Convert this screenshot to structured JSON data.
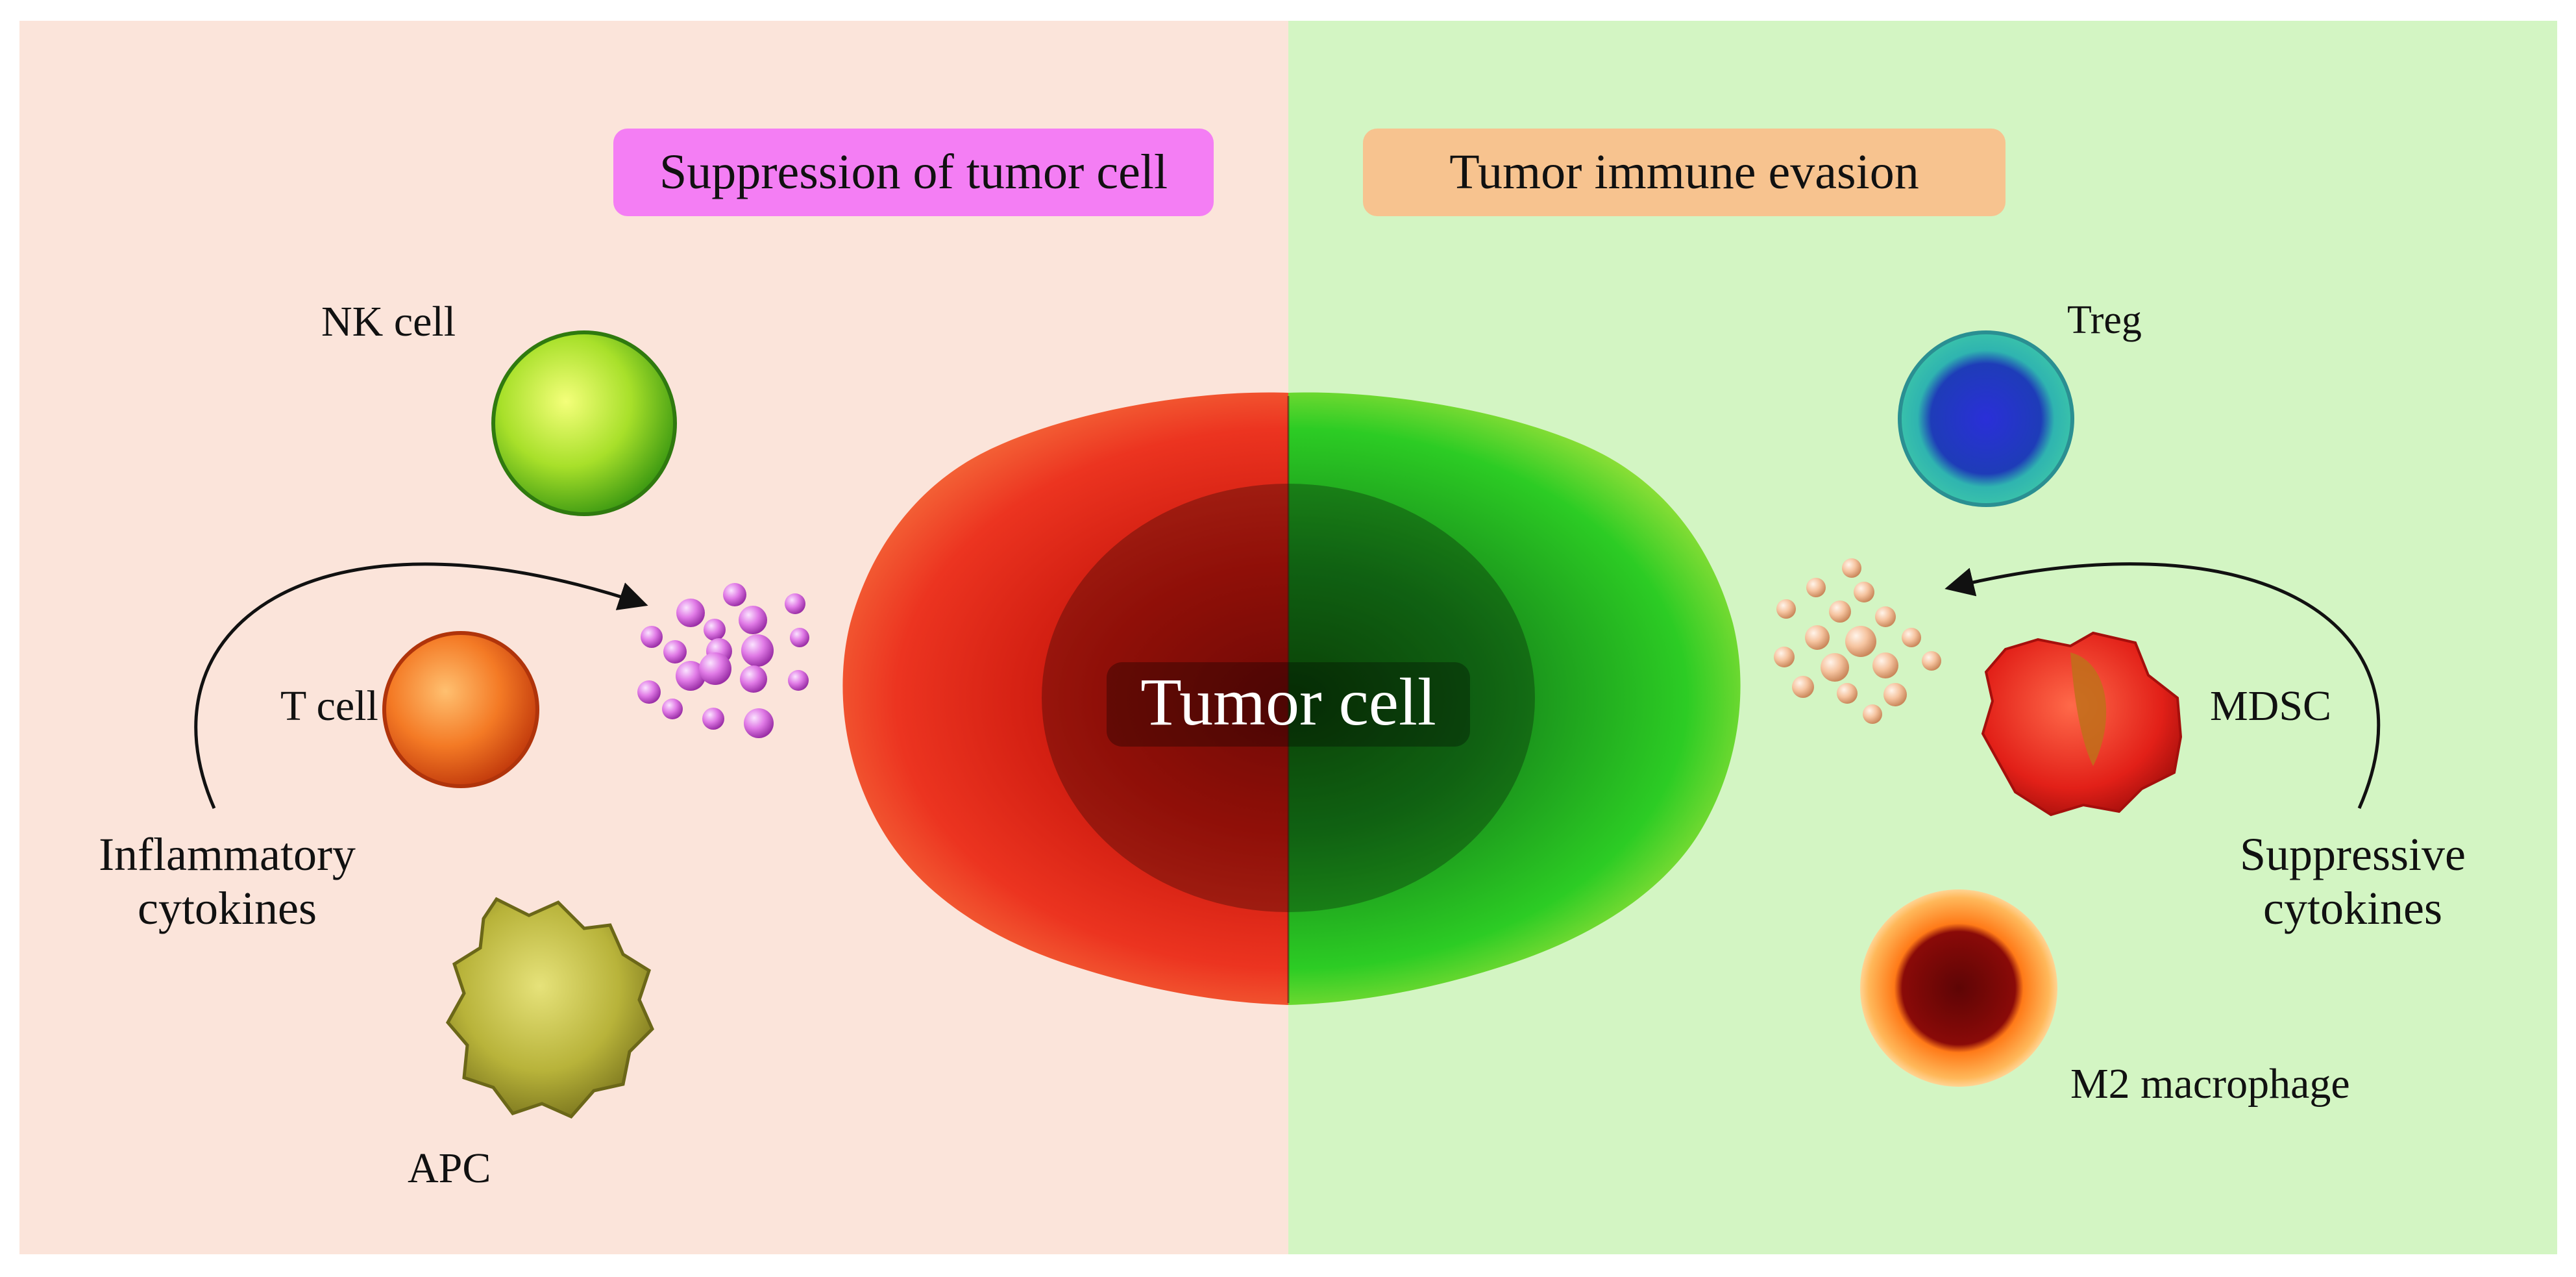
{
  "colors": {
    "left_panel": "#fbe4da",
    "right_panel": "#d3f5c3",
    "left_badge": "#f47ef4",
    "right_badge": "#f7c38f",
    "inflammatory_particle": "#e07ae6",
    "suppressive_particle": "#f6c4a0",
    "tumor_left": "#e01f10",
    "tumor_right": "#22c31a"
  },
  "sections": {
    "left_heading": "Suppression of tumor cell",
    "right_heading": "Tumor immune evasion"
  },
  "center": {
    "label": "Tumor cell"
  },
  "left_cells": {
    "nk": "NK cell",
    "t": "T cell",
    "apc": "APC",
    "cytokines": [
      "Inflammatory",
      "cytokines"
    ]
  },
  "right_cells": {
    "treg": "Treg",
    "mdsc": "MDSC",
    "m2": "M2 macrophage",
    "cytokines": [
      "Suppressive",
      "cytokines"
    ]
  }
}
